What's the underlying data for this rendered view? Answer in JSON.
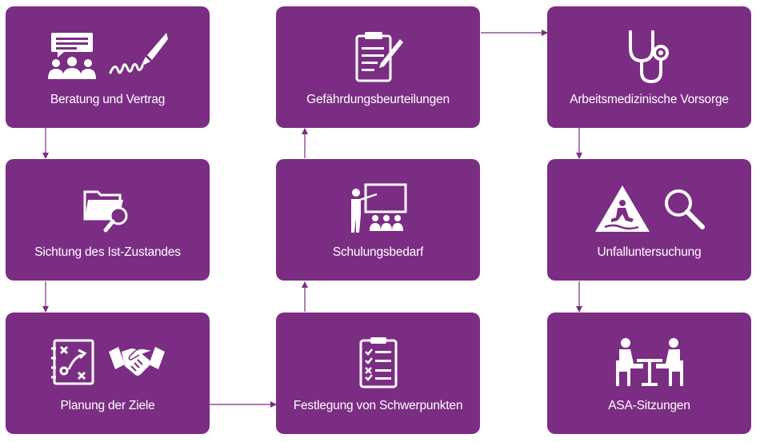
{
  "diagram": {
    "colors": {
      "box": "#7b2d83",
      "text": "#ffffff",
      "arrow": "#7b2d83"
    },
    "steps": [
      {
        "label": "Beratung und Vertrag",
        "icons": [
          "meeting-icon",
          "signature-pen-icon"
        ]
      },
      {
        "label": "Sichtung des Ist-Zustandes",
        "icons": [
          "folder-search-icon"
        ]
      },
      {
        "label": "Planung der Ziele",
        "icons": [
          "tactic-board-icon",
          "handshake-icon"
        ]
      },
      {
        "label": "Festlegung von Schwerpunkten",
        "icons": [
          "checklist-icon"
        ]
      },
      {
        "label": "Schulungsbedarf",
        "icons": [
          "presentation-training-icon"
        ]
      },
      {
        "label": "Gefährdungsbeurteilungen",
        "icons": [
          "clipboard-edit-icon"
        ]
      },
      {
        "label": "Arbeitsmedizinische Vorsorge",
        "icons": [
          "stethoscope-icon"
        ]
      },
      {
        "label": "Unfalluntersuchung",
        "icons": [
          "slip-warning-icon",
          "magnifier-icon"
        ]
      },
      {
        "label": "ASA-Sitzungen",
        "icons": [
          "meeting-table-icon"
        ]
      }
    ]
  }
}
